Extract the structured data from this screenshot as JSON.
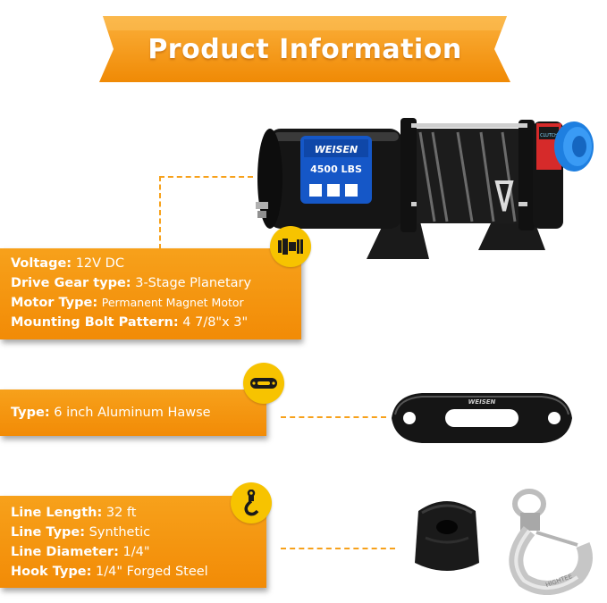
{
  "banner": {
    "title": "Product Information"
  },
  "winch": {
    "brand": "WEISEN",
    "capacity": "4500 LBS",
    "clutch_label": "CLUTCH"
  },
  "hawse_brand": "WEISEN",
  "hook_brand": "HIGHTEE",
  "specs_motor": [
    {
      "label": "Voltage:",
      "value": "12V DC"
    },
    {
      "label": "Drive Gear type:",
      "value": "3-Stage Planetary"
    },
    {
      "label": "Motor Type:",
      "value": "Permanent Magnet Motor"
    },
    {
      "label": "Mounting Bolt Pattern:",
      "value": "4 7/8\"x 3\""
    }
  ],
  "specs_hawse": [
    {
      "label": "Type:",
      "value": "6 inch Aluminum Hawse"
    }
  ],
  "specs_line": [
    {
      "label": "Line Length:",
      "value": "32 ft"
    },
    {
      "label": "Line Type:",
      "value": "Synthetic"
    },
    {
      "label": "Line Diameter:",
      "value": "1/4\""
    },
    {
      "label": "Hook Type:",
      "value": "1/4\" Forged Steel"
    }
  ],
  "colors": {
    "orange": "#f28b06",
    "yellow": "#f7c300",
    "knob_blue": "#1e7fe0"
  },
  "icons": [
    "motor-icon",
    "hawse-icon",
    "hook-icon"
  ]
}
